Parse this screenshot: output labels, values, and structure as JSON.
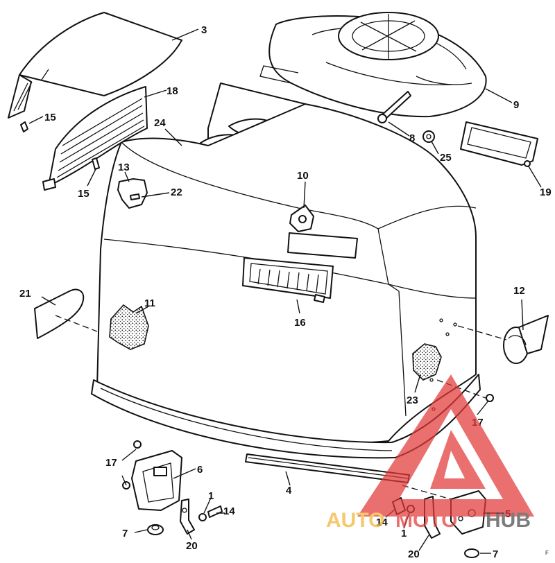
{
  "diagram": {
    "callouts": [
      "3",
      "18",
      "15",
      "15",
      "9",
      "8",
      "25",
      "19",
      "24",
      "13",
      "22",
      "10",
      "16",
      "21",
      "11",
      "12",
      "23",
      "17",
      "17",
      "6",
      "4",
      "1",
      "14",
      "7",
      "20",
      "14",
      "1",
      "5",
      "20",
      "7"
    ],
    "small_mark": "F"
  },
  "watermark": {
    "text_auto": "AUTO",
    "text_moto": "MOTO",
    "text_hub": "HUB",
    "colors": {
      "triangle": "#e23a3a",
      "auto": "#f3b437",
      "moto": "#e23a3a",
      "hub": "#4a4a4a"
    }
  }
}
